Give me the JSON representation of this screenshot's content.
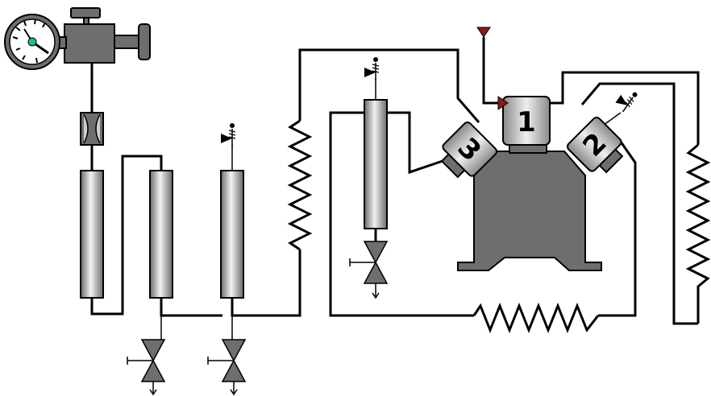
{
  "vessel_labels": [
    "1",
    "2",
    "3"
  ],
  "colors": {
    "pipe": "#000000",
    "metal_gray": "#6e6e6e",
    "column_gradient_dark": "#6a6a6a",
    "column_gradient_light": "#f2f2f2",
    "gauge_needle_hub": "#19c27f",
    "inlet_marker": "#c0392b"
  },
  "icons": [
    "pressure-gauge-icon",
    "check-valve-icon",
    "needle-valve-icon",
    "vent-valve-icon",
    "inlet-marker-icon"
  ]
}
